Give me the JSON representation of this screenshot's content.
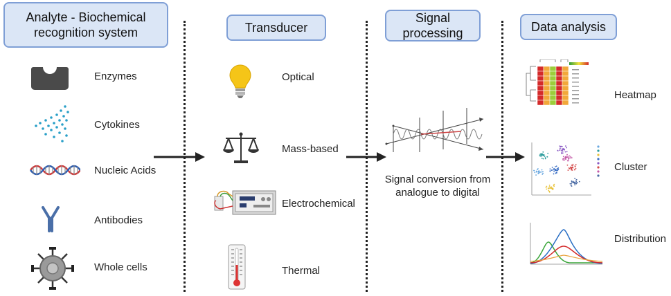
{
  "headers": {
    "analyte": "Analyte - Biochemical recognition system",
    "transducer": "Transducer",
    "signal": "Signal processing",
    "data": "Data analysis"
  },
  "analyte_items": [
    "Enzymes",
    "Cytokines",
    "Nucleic Acids",
    "Antibodies",
    "Whole cells"
  ],
  "transducer_items": [
    "Optical",
    "Mass-based",
    "Electrochemical",
    "Thermal"
  ],
  "signal_note": "Signal conversion from analogue to digital",
  "data_items": [
    "Heatmap",
    "Cluster",
    "Distribution"
  ]
}
